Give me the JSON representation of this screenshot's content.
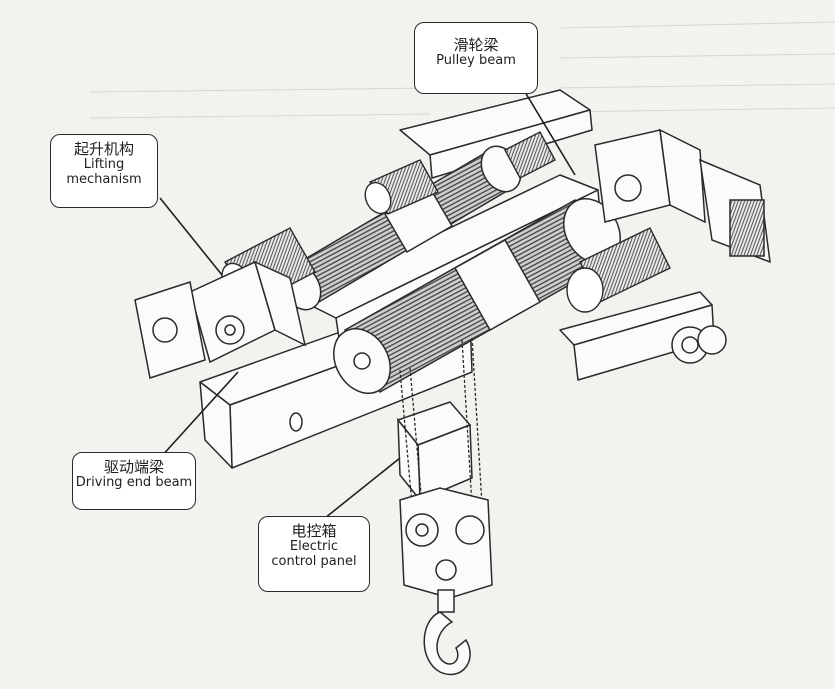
{
  "labels": {
    "pulley_beam": {
      "zh": "滑轮梁",
      "en": "Pulley beam"
    },
    "lifting_mechanism": {
      "zh": "起升机构",
      "en_line1": "Lifting",
      "en_line2": "mechanism"
    },
    "driving_end_beam": {
      "zh": "驱动端梁",
      "en": "Driving end beam"
    },
    "electric_control_panel": {
      "zh": "电控箱",
      "en_line1": "Electric",
      "en_line2": "control panel"
    }
  },
  "colors": {
    "line": "#2a2a2a",
    "background": "#f3f2ef",
    "drum_fill": "#7a7a7a"
  }
}
